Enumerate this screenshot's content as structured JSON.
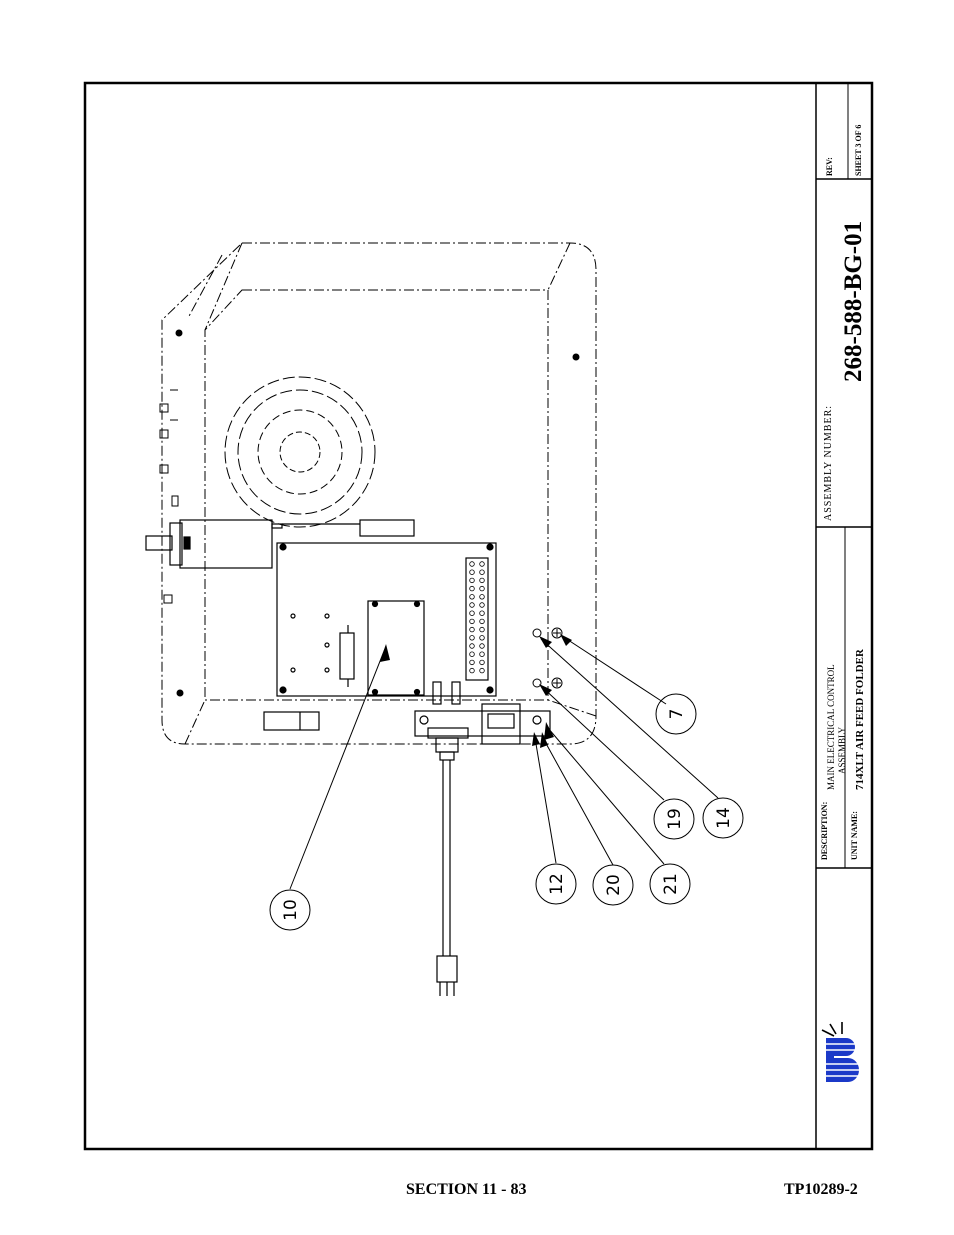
{
  "title_block": {
    "rev_label": "REV:",
    "sheet_label": "SHEET 3  OF 6",
    "assembly_number_label": "ASSEMBLY  NUMBER:",
    "assembly_number": "268-588-BG-01",
    "description_label": "DESCRIPTION:",
    "description_line1": "MAIN ELECTRICAL CONTROL",
    "description_line2": "ASSEMBLY",
    "unit_name_label": "UNIT NAME:",
    "unit_name": "714XLT AIR FEED FOLDER",
    "logo": "company-logo-b-letter"
  },
  "callouts": {
    "c7": "7",
    "c10": "10",
    "c12": "12",
    "c14": "14",
    "c19": "19",
    "c20": "20",
    "c21": "21"
  },
  "footer": {
    "section": "SECTION 11 -  83",
    "document": "TP10289-2"
  }
}
